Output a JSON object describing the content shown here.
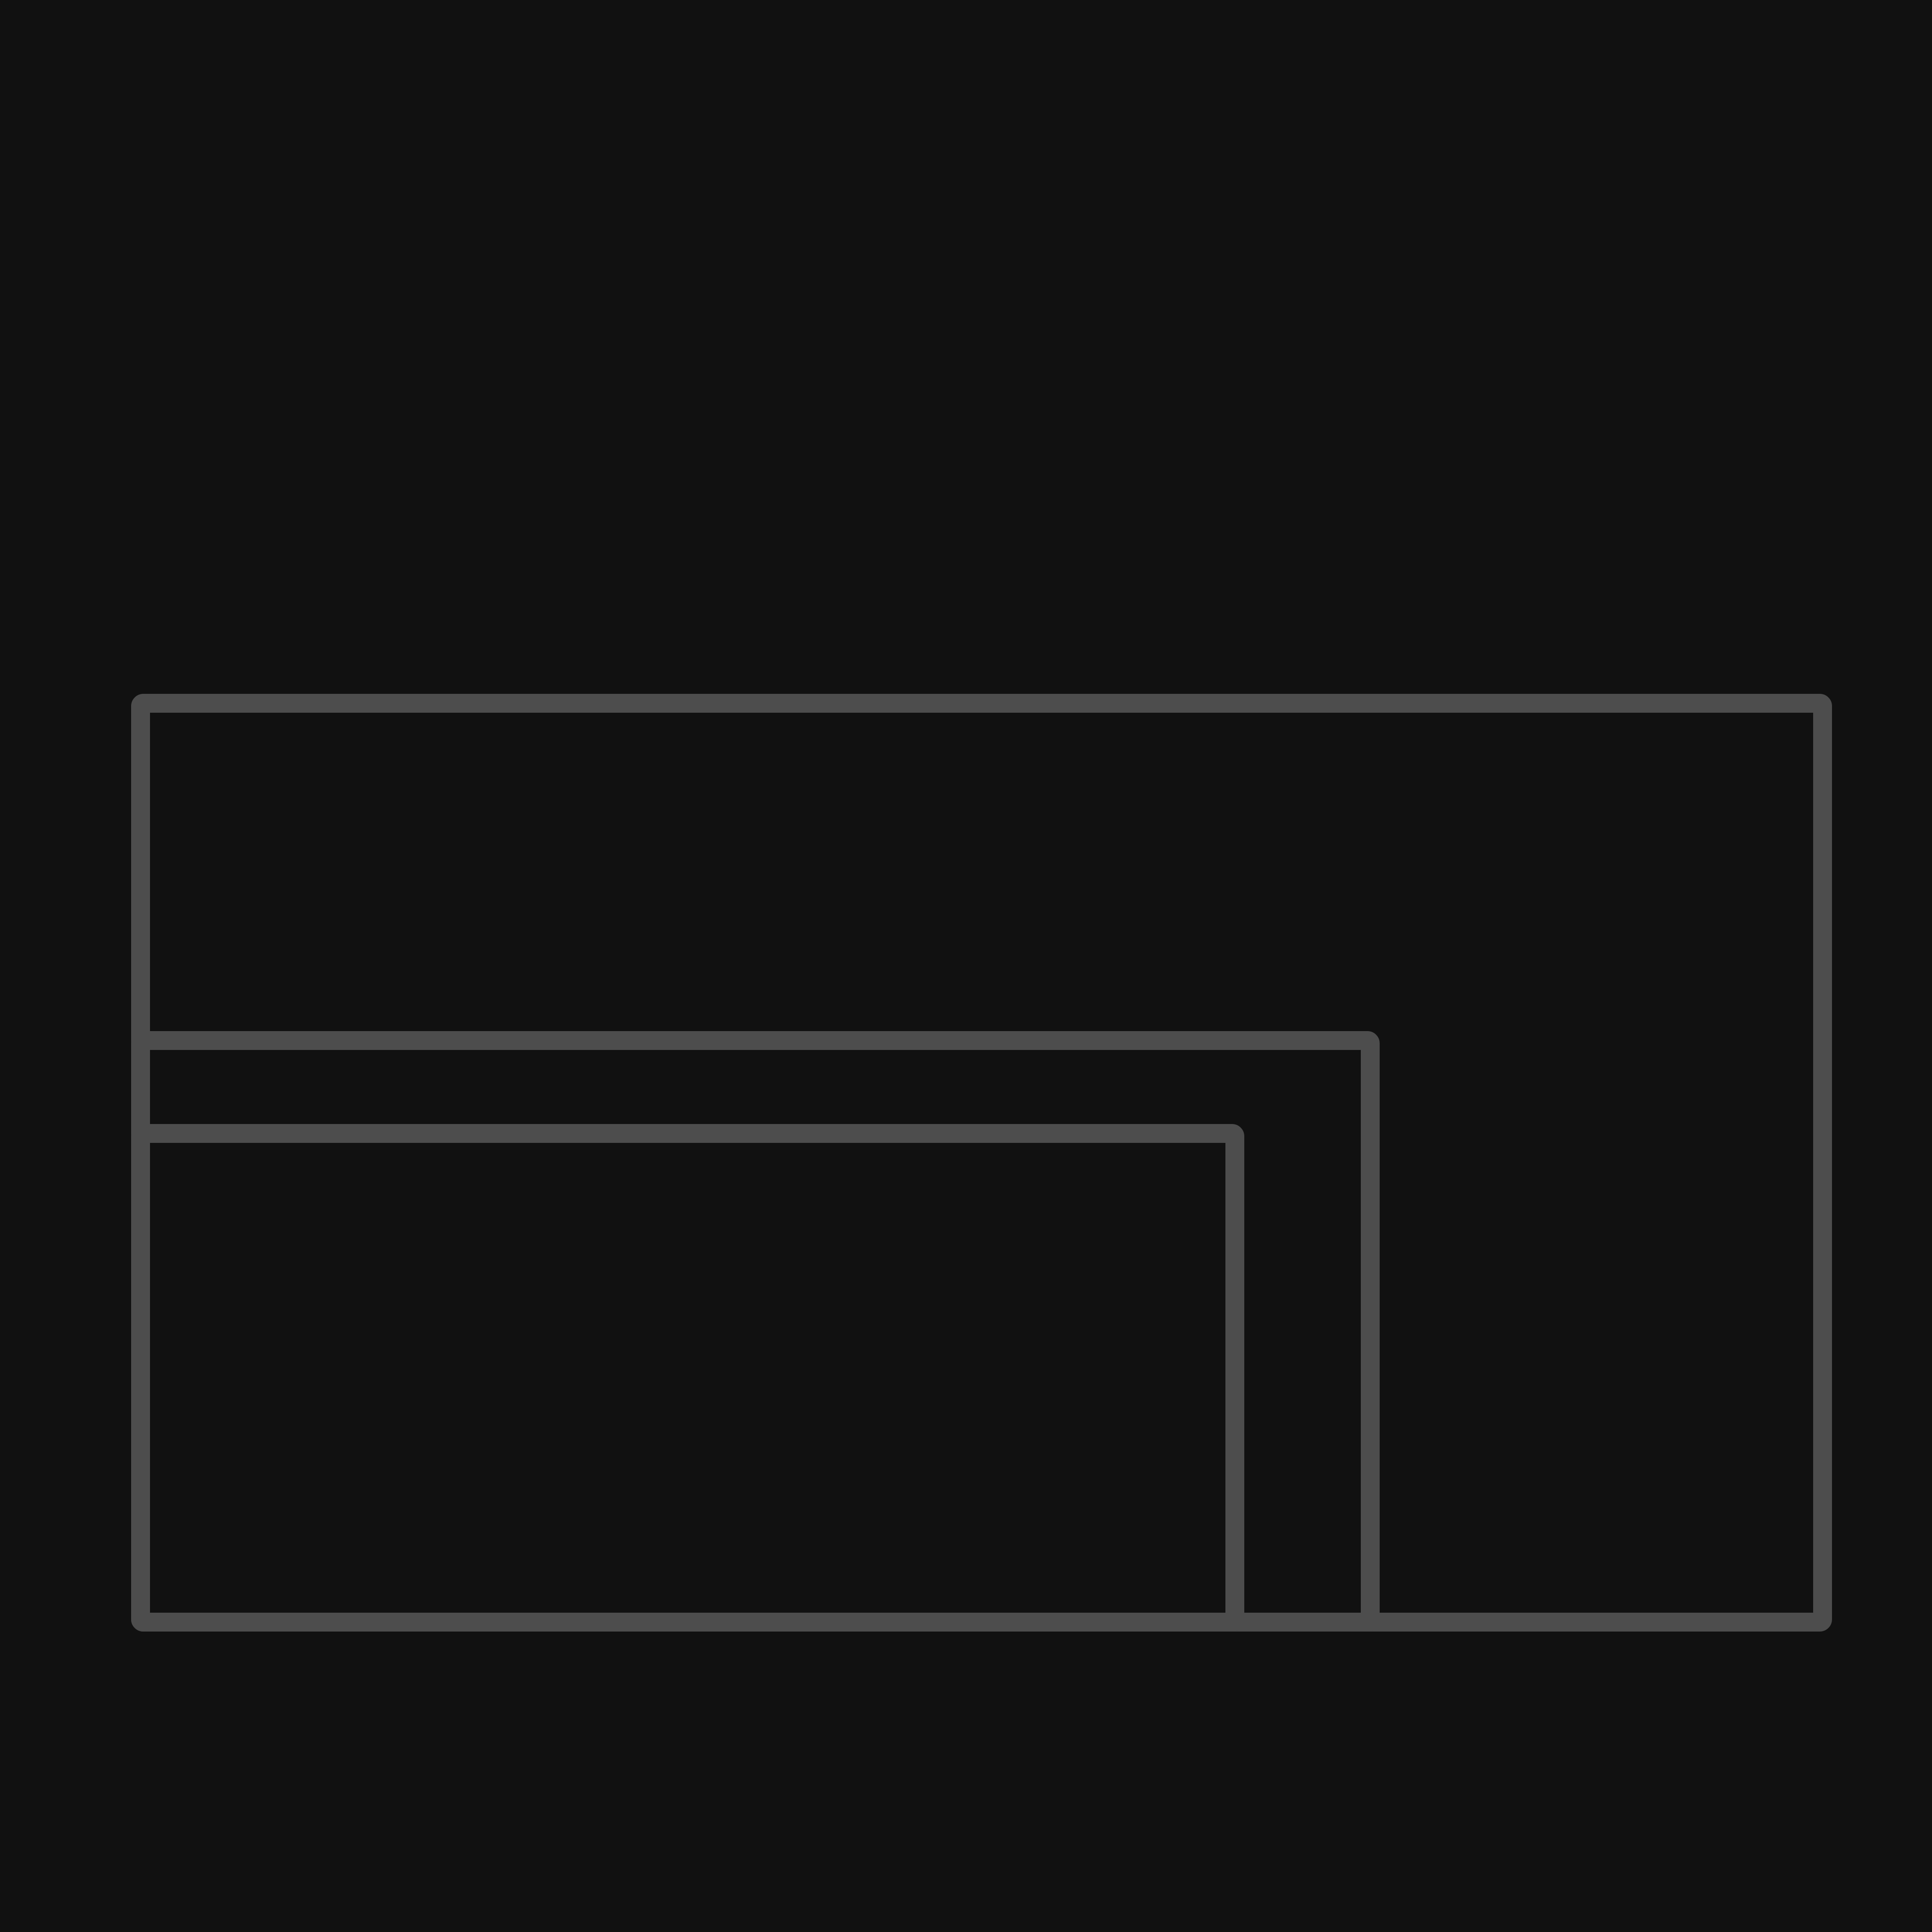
{
  "colors": {
    "background": "#111111",
    "outline": "#4d4d4d"
  },
  "diagram": {
    "type": "nested-aspect-ratio-frames",
    "shape": "rectangle-outline",
    "alignment": "bottom-left",
    "frames": [
      {
        "id": "large"
      },
      {
        "id": "medium"
      },
      {
        "id": "small"
      }
    ]
  }
}
